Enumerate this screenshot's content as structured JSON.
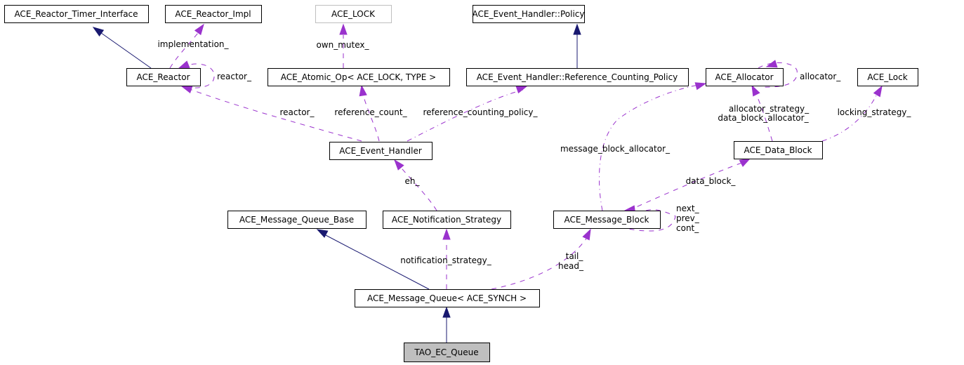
{
  "title": "Collaboration diagram for TAO_EC_Queue",
  "colors": {
    "inheritance_edge": "#191970",
    "usage_edge": "#9a32cd",
    "focus_node_fill": "#bfbfbf",
    "ghost_node_border": "#bfbfbf"
  },
  "nodes": [
    {
      "id": "timer_if",
      "label": "ACE_Reactor_Timer_Interface"
    },
    {
      "id": "reactor_impl",
      "label": "ACE_Reactor_Impl"
    },
    {
      "id": "ace_LOCK",
      "label": "ACE_LOCK",
      "style": "ghost"
    },
    {
      "id": "eh_policy",
      "label": "ACE_Event_Handler::Policy"
    },
    {
      "id": "reactor",
      "label": "ACE_Reactor"
    },
    {
      "id": "atomic_op",
      "label": "ACE_Atomic_Op< ACE_LOCK, TYPE >"
    },
    {
      "id": "ref_policy",
      "label": "ACE_Event_Handler::Reference_Counting_Policy"
    },
    {
      "id": "allocator",
      "label": "ACE_Allocator"
    },
    {
      "id": "ace_lock",
      "label": "ACE_Lock"
    },
    {
      "id": "event_handler",
      "label": "ACE_Event_Handler"
    },
    {
      "id": "data_block",
      "label": "ACE_Data_Block"
    },
    {
      "id": "mq_base",
      "label": "ACE_Message_Queue_Base"
    },
    {
      "id": "notif_strategy",
      "label": "ACE_Notification_Strategy"
    },
    {
      "id": "msg_block",
      "label": "ACE_Message_Block"
    },
    {
      "id": "msg_queue",
      "label": "ACE_Message_Queue< ACE_SYNCH >"
    },
    {
      "id": "ec_queue",
      "label": "TAO_EC_Queue",
      "style": "focus"
    }
  ],
  "edges": [
    {
      "from": "reactor",
      "to": "timer_if",
      "kind": "inheritance",
      "label": ""
    },
    {
      "from": "reactor",
      "to": "reactor_impl",
      "kind": "usage",
      "label": "implementation_"
    },
    {
      "from": "reactor",
      "to": "reactor",
      "kind": "usage",
      "label": "reactor_"
    },
    {
      "from": "atomic_op",
      "to": "ace_LOCK",
      "kind": "usage",
      "label": "own_mutex_"
    },
    {
      "from": "ref_policy",
      "to": "eh_policy",
      "kind": "inheritance",
      "label": ""
    },
    {
      "from": "event_handler",
      "to": "reactor",
      "kind": "usage",
      "label": "reactor_"
    },
    {
      "from": "event_handler",
      "to": "atomic_op",
      "kind": "usage",
      "label": "reference_count_"
    },
    {
      "from": "event_handler",
      "to": "ref_policy",
      "kind": "usage",
      "label": "reference_counting_policy_"
    },
    {
      "from": "allocator",
      "to": "allocator",
      "kind": "usage",
      "label": "allocator_"
    },
    {
      "from": "data_block",
      "to": "allocator",
      "kind": "usage",
      "label": "allocator_strategy_\ndata_block_allocator_"
    },
    {
      "from": "data_block",
      "to": "ace_lock",
      "kind": "usage",
      "label": "locking_strategy_"
    },
    {
      "from": "msg_block",
      "to": "allocator",
      "kind": "usage",
      "label": "message_block_allocator_"
    },
    {
      "from": "msg_block",
      "to": "data_block",
      "kind": "usage",
      "label": "data_block_"
    },
    {
      "from": "msg_block",
      "to": "msg_block",
      "kind": "usage",
      "label": "next_\nprev_\ncont_"
    },
    {
      "from": "notif_strategy",
      "to": "event_handler",
      "kind": "usage",
      "label": "eh_"
    },
    {
      "from": "msg_queue",
      "to": "mq_base",
      "kind": "inheritance",
      "label": ""
    },
    {
      "from": "msg_queue",
      "to": "notif_strategy",
      "kind": "usage",
      "label": "notification_strategy_"
    },
    {
      "from": "msg_queue",
      "to": "msg_block",
      "kind": "usage",
      "label": "tail_\nhead_"
    },
    {
      "from": "ec_queue",
      "to": "msg_queue",
      "kind": "inheritance",
      "label": ""
    }
  ]
}
